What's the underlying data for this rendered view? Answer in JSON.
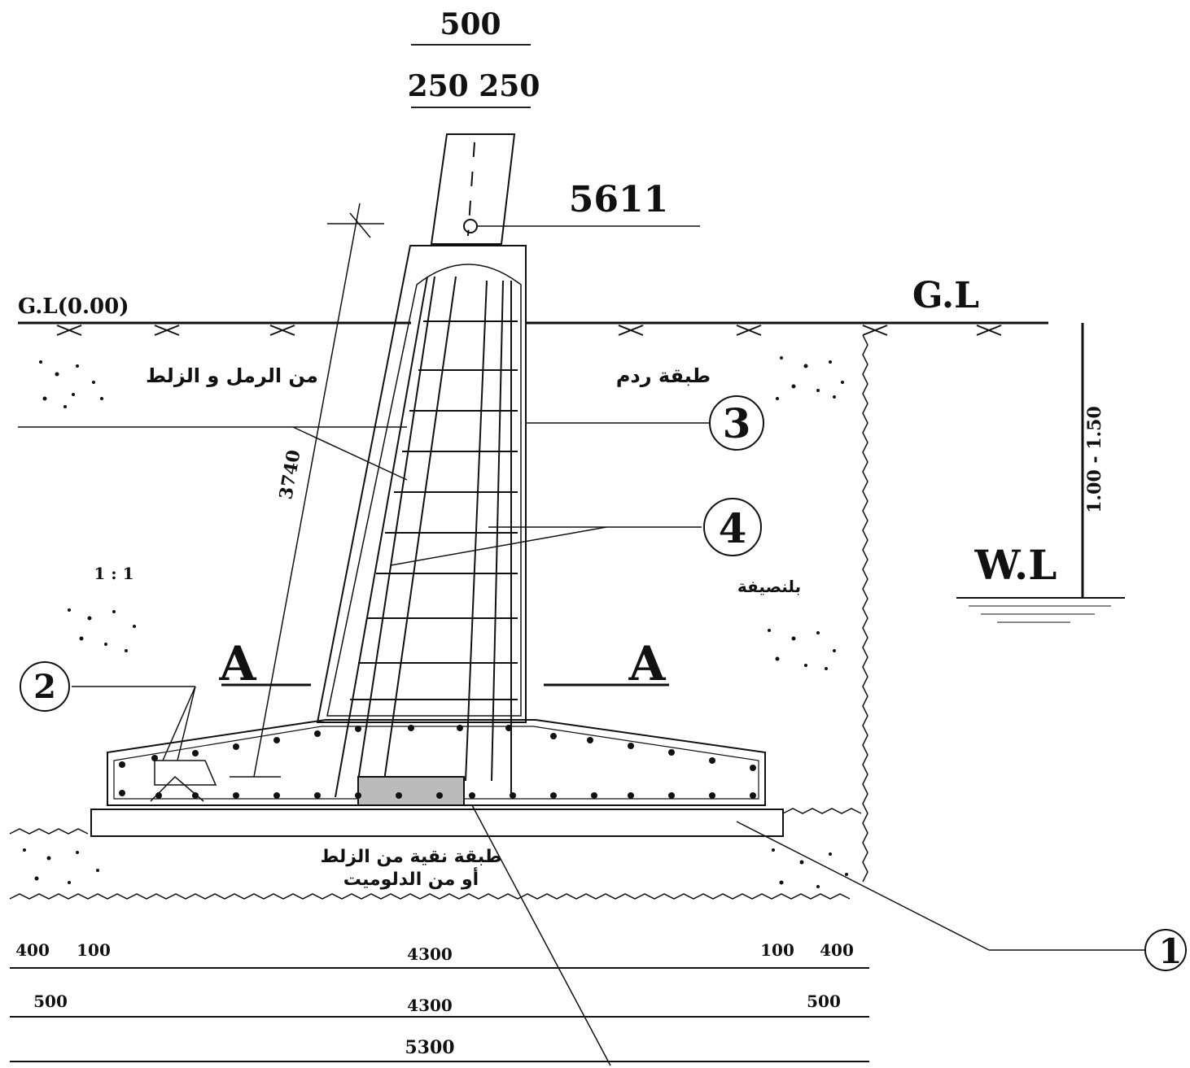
{
  "top_dims": {
    "total": "500",
    "split": "250 250"
  },
  "bar_mark": "5611",
  "ground_level": {
    "label": "G.L",
    "elevation": "G.L(0.00)"
  },
  "water_level": {
    "label": "W.L",
    "range": "1.00 - 1.50"
  },
  "section_marks": {
    "left": "A",
    "right": "A"
  },
  "slope": "1 : 1",
  "stem_dim": "3740",
  "callouts": [
    "1",
    "2",
    "3",
    "4"
  ],
  "arabic": {
    "left_soil": "من الرمل و الزلط",
    "right_fill": "طبقة ردم",
    "right_mid": "بلنصيفة",
    "base_layer_1": "طبقة نقية من الزلط",
    "base_layer_2": "أو من الدلوميت"
  },
  "bottom_dims": {
    "row1": [
      "400",
      "100",
      "4300",
      "100",
      "400"
    ],
    "row2": [
      "500",
      "4300",
      "500"
    ],
    "row3": "5300"
  }
}
